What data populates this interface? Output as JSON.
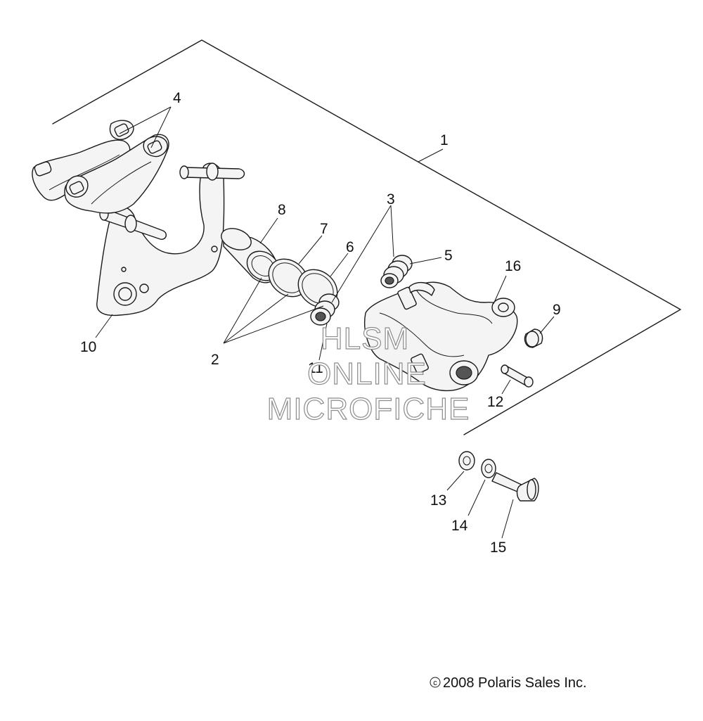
{
  "callouts": {
    "c1": "1",
    "c2": "2",
    "c3": "3",
    "c4": "4",
    "c5": "5",
    "c6": "6",
    "c7": "7",
    "c8": "8",
    "c9": "9",
    "c10": "10",
    "c11": "11",
    "c12": "12",
    "c13": "13",
    "c14": "14",
    "c15": "15",
    "c16": "16"
  },
  "watermark": {
    "line1": "HLSM",
    "line2": "ONLINE",
    "line3": "MICROFICHE"
  },
  "copyright": {
    "symbol": "c",
    "text": "2008 Polaris Sales Inc."
  }
}
